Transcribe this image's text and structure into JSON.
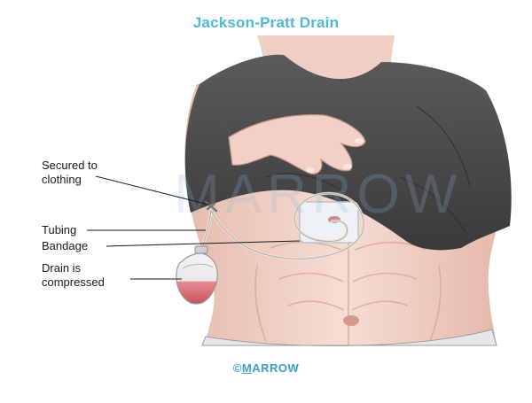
{
  "title": "Jackson-Pratt Drain",
  "labels": {
    "secured_line1": "Secured to",
    "secured_line2": "clothing",
    "tubing": "Tubing",
    "bandage": "Bandage",
    "drain_line1": "Drain is",
    "drain_line2": "compressed"
  },
  "watermark": "MARROW",
  "credit": {
    "symbol": "©",
    "first": "M",
    "rest": "ARROW"
  },
  "colors": {
    "title": "#4fb8d4",
    "credit": "#3a9fc8",
    "skin": "#f2d2c8",
    "shirt": "#4a4a4a",
    "fluid": "#d96b74"
  }
}
